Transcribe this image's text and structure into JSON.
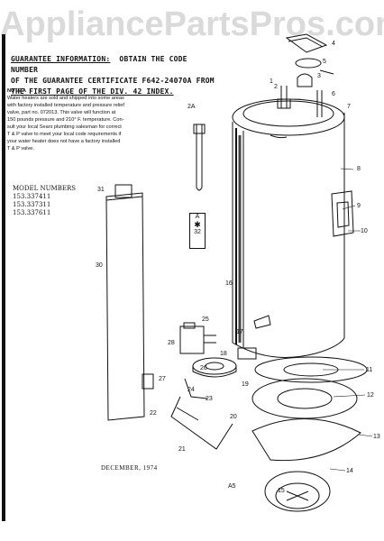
{
  "watermark": "AppliancePartsPros.com",
  "guarantee": {
    "label": "GUARANTEE INFORMATION:",
    "line1": "OBTAIN THE CODE NUMBER",
    "line2": "OF THE GUARANTEE CERTIFICATE F642-24070A FROM",
    "line3": "THE FIRST PAGE OF THE DIV. 42 INDEX."
  },
  "note": {
    "heading": "NOTE A",
    "lines": [
      "Water heaters are sold and shipped into some areas",
      "with factory installed temperature and pressure relief",
      "valve, part no. 072013. This valve will function at",
      "150 pounds pressure and 210° F. temperature. Con-",
      "sult your local Sears plumbing salesman for correct",
      "T & P valve to meet your local code requirements if",
      "your water heater does not have a factory installed",
      "T & P valve."
    ]
  },
  "models": {
    "heading": "MODEL NUMBERS",
    "numbers": [
      "153.337411",
      "153.337311",
      "153.337611"
    ]
  },
  "callout_a": {
    "letter": "A",
    "number": "32"
  },
  "part_numbers": [
    "1",
    "2",
    "2A",
    "3",
    "4",
    "5",
    "6",
    "7",
    "8",
    "9",
    "10",
    "11",
    "12",
    "13",
    "14",
    "15",
    "16",
    "17",
    "18",
    "19",
    "20",
    "21",
    "22",
    "23",
    "24",
    "25",
    "26",
    "27",
    "28",
    "30",
    "31"
  ],
  "footer": {
    "date": "DECEMBER, 1974",
    "page": "A5"
  }
}
